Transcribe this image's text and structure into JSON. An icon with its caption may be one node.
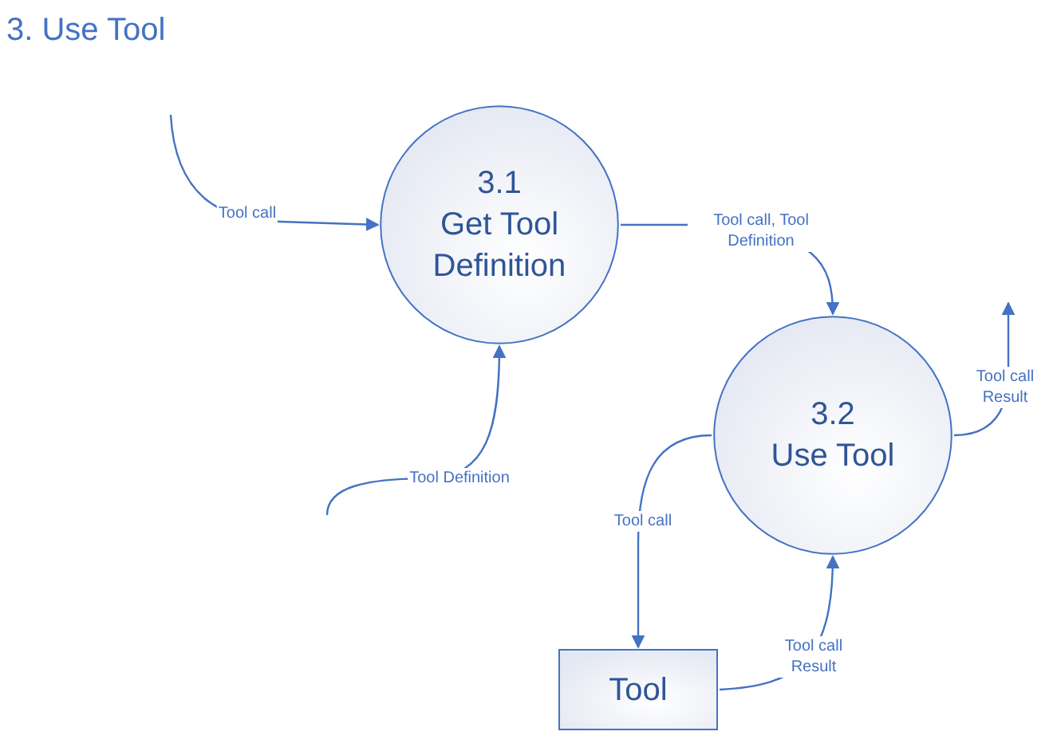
{
  "diagram": {
    "title": "3. Use Tool",
    "nodes": [
      {
        "text": [
          "3.1",
          "Get Tool Definition"
        ]
      },
      {
        "text": [
          "3.2",
          "Use Tool"
        ]
      },
      {
        "text": [
          "Tool"
        ]
      }
    ],
    "edges": [
      {
        "from": null,
        "to": 0,
        "arrow": "to",
        "label": "Tool call"
      },
      {
        "from": null,
        "to": 0,
        "arrow": "to",
        "label": "Tool Definition"
      },
      {
        "from": 0,
        "to": 1,
        "arrow": "to",
        "label": "Tool call, Tool Definition"
      },
      {
        "from": 1,
        "to": null,
        "arrow": "to",
        "label": "Tool call Result"
      },
      {
        "from": 1,
        "to": 2,
        "arrow": "to",
        "label": "Tool call"
      },
      {
        "from": 2,
        "to": 1,
        "arrow": "to",
        "label": "Tool call Result"
      }
    ]
  }
}
